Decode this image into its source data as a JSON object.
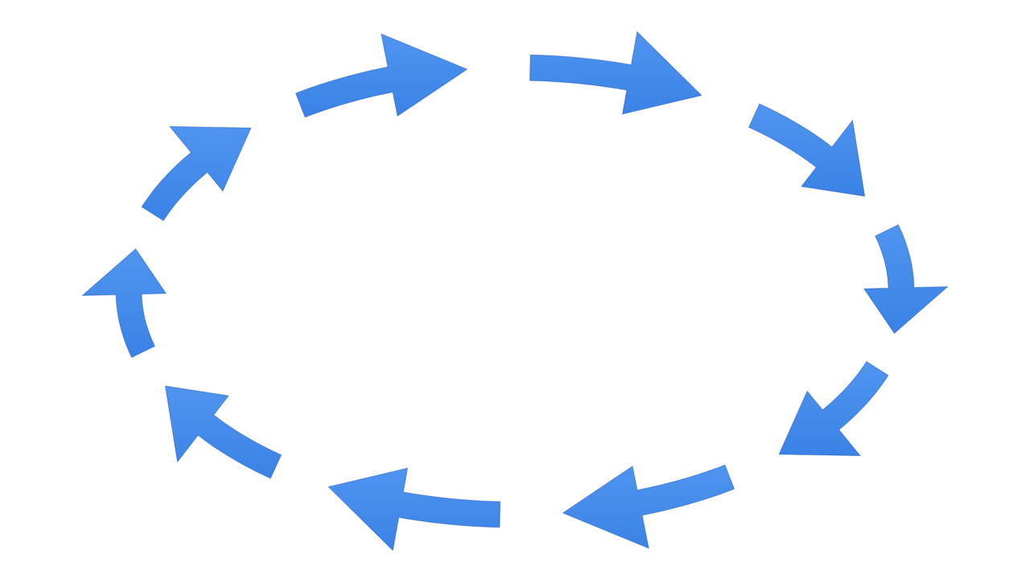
{
  "scene": {
    "background_color": "#ffffff",
    "arrow_color": "#3a82e6",
    "arrow_highlight_color": "#4f95ef",
    "arrow_count": 10,
    "arrangement": "oval",
    "rotation_direction": "clockwise",
    "icon": "curved-arrow-icon"
  }
}
